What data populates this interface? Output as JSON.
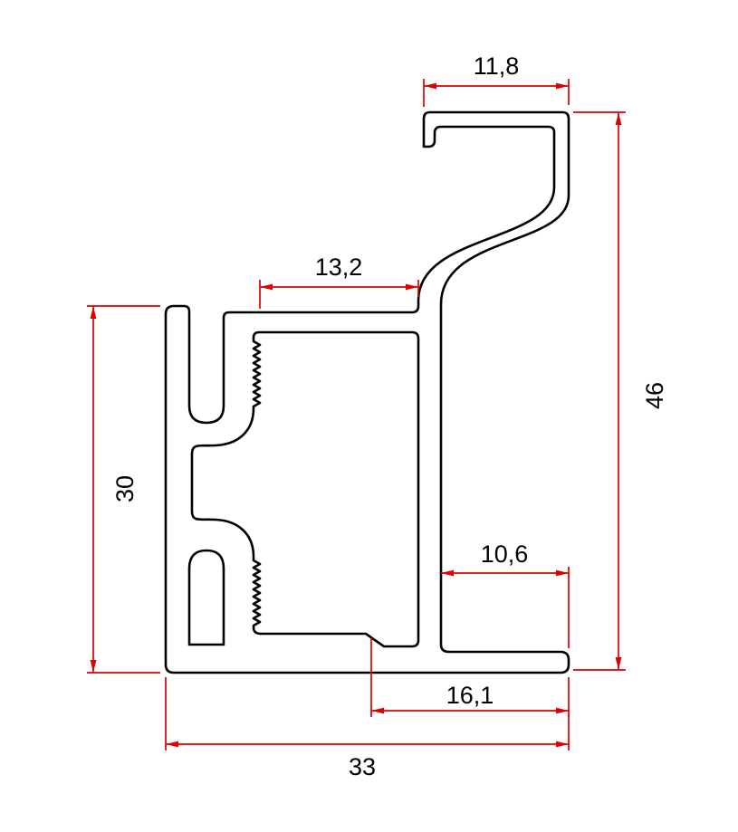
{
  "colors": {
    "background": "#ffffff",
    "outline": "#000000",
    "dimension": "#dd0000",
    "text": "#000000"
  },
  "drawing": {
    "type": "extrusion-profile-cross-section",
    "dimensions": {
      "top_width": {
        "label": "11,8"
      },
      "slot_width": {
        "label": "13,2"
      },
      "overall_height": {
        "label": "46"
      },
      "left_height": {
        "label": "30"
      },
      "flange_offset": {
        "label": "10,6"
      },
      "flange_width": {
        "label": "16,1"
      },
      "overall_width": {
        "label": "33"
      }
    }
  }
}
